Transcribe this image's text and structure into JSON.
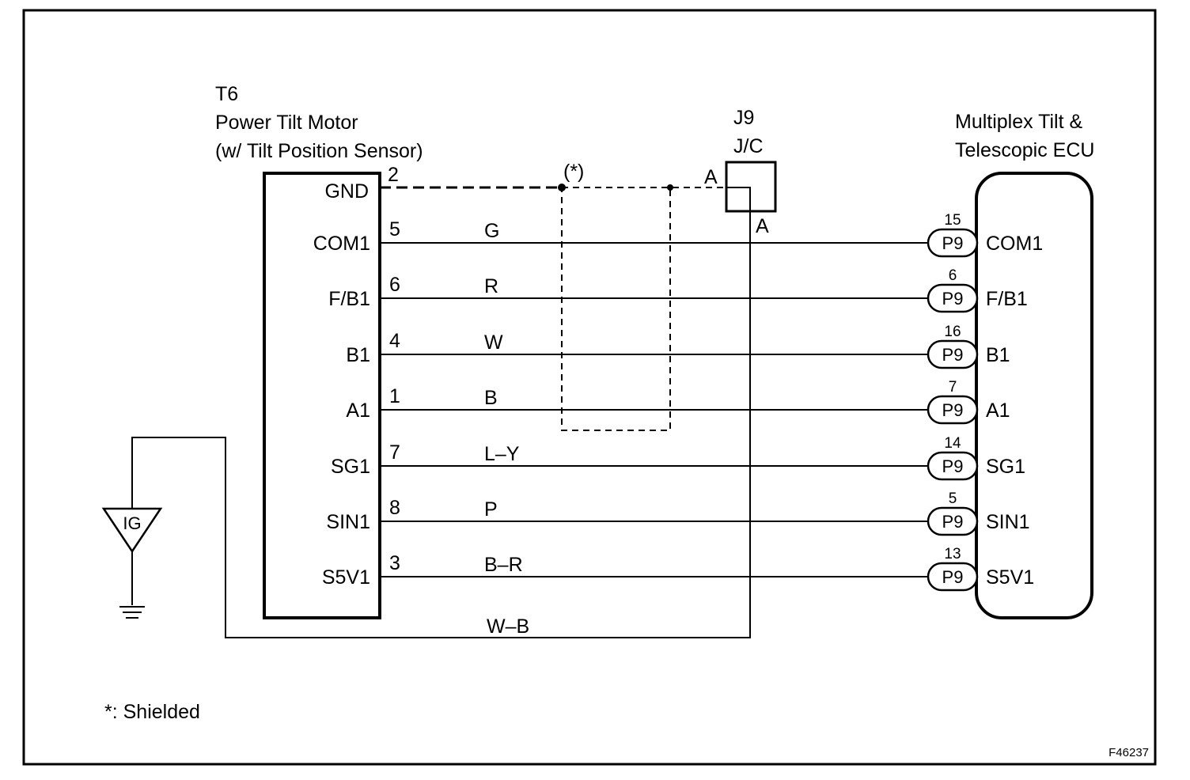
{
  "diagram_id": "F46237",
  "footnote": "*: Shielded",
  "motor": {
    "code": "T6",
    "name": "Power Tilt Motor",
    "subtitle": "(w/ Tilt Position Sensor)"
  },
  "junction": {
    "code": "J9",
    "name": "J/C",
    "pin_in": "A",
    "pin_out": "A"
  },
  "ecu": {
    "name_line1": "Multiplex Tilt &",
    "name_line2": "Telescopic ECU"
  },
  "shield_marker": "(*)",
  "gnd": {
    "terminal": "GND",
    "pin": "2"
  },
  "ig": {
    "label": "IG"
  },
  "ground_wire": {
    "color": "W–B"
  },
  "wires": [
    {
      "terminal": "COM1",
      "pin": "5",
      "color": "G",
      "ecu_pin": "15",
      "connector": "P9",
      "ecu_terminal": "COM1"
    },
    {
      "terminal": "F/B1",
      "pin": "6",
      "color": "R",
      "ecu_pin": "6",
      "connector": "P9",
      "ecu_terminal": "F/B1"
    },
    {
      "terminal": "B1",
      "pin": "4",
      "color": "W",
      "ecu_pin": "16",
      "connector": "P9",
      "ecu_terminal": "B1"
    },
    {
      "terminal": "A1",
      "pin": "1",
      "color": "B",
      "ecu_pin": "7",
      "connector": "P9",
      "ecu_terminal": "A1"
    },
    {
      "terminal": "SG1",
      "pin": "7",
      "color": "L–Y",
      "ecu_pin": "14",
      "connector": "P9",
      "ecu_terminal": "SG1"
    },
    {
      "terminal": "SIN1",
      "pin": "8",
      "color": "P",
      "ecu_pin": "5",
      "connector": "P9",
      "ecu_terminal": "SIN1"
    },
    {
      "terminal": "S5V1",
      "pin": "3",
      "color": "B–R",
      "ecu_pin": "13",
      "connector": "P9",
      "ecu_terminal": "S5V1"
    }
  ]
}
